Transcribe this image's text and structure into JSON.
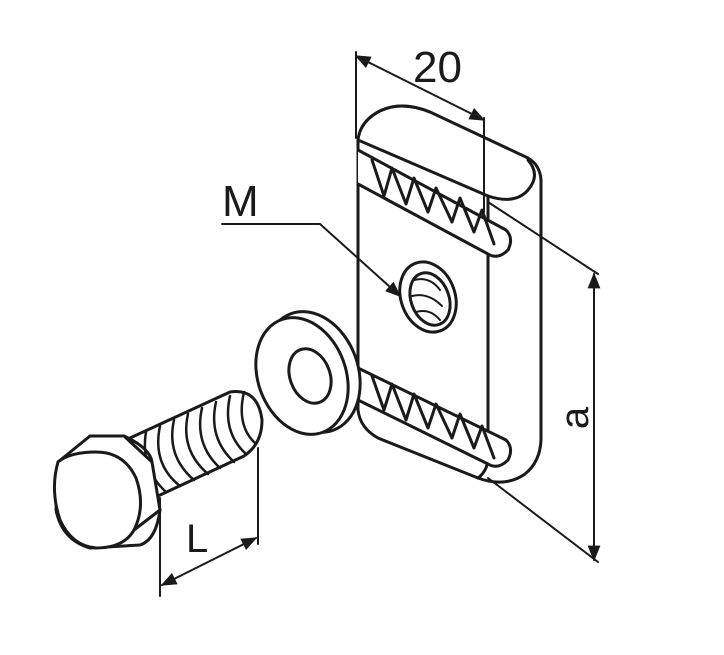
{
  "labels": {
    "width_dim": "20",
    "thread": "M",
    "height_dim": "a",
    "length_dim": "L"
  },
  "colors": {
    "stroke": "#1a1a1a",
    "fill": "#ffffff"
  }
}
